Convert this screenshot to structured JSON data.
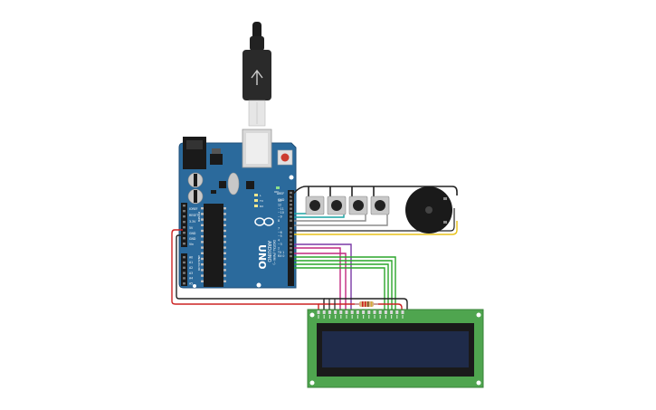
{
  "board": {
    "name": "UNO",
    "brand": "ARDUINO",
    "aref": "AREF",
    "gnd": "GND",
    "digital_title": "DIGITAL (PWM ~)",
    "power_title": "POWER",
    "analog_title": "ANALOG IN",
    "ioref": "IOREF",
    "reset": "RESET",
    "v33": "3.3V",
    "v5": "5V",
    "gnd1": "GND",
    "gnd2": "GND",
    "vin": "Vin",
    "digital_pins": [
      "13",
      "12",
      "~11",
      "~10",
      "~9",
      "8",
      "7",
      "~6",
      "~5",
      "4",
      "~3",
      "2",
      "TX 1",
      "RX 0"
    ],
    "analog_pins": [
      "A0",
      "A1",
      "A2",
      "A3",
      "A4",
      "A5"
    ],
    "l_label": "L",
    "tx_label": "TX",
    "rx_label": "RX",
    "on_label": "ON"
  },
  "colors": {
    "board": "#2b6a9c",
    "board_dark": "#1f4f78",
    "wire_black": "#222222",
    "wire_teal": "#1aa3a3",
    "wire_gray": "#8c8c8c",
    "wire_yellow": "#e8c21a",
    "wire_purple": "#7b3aa6",
    "wire_magenta": "#c2287f",
    "wire_green": "#2aa62a",
    "wire_red": "#cc2222",
    "lcd_pcb": "#4fa54f",
    "lcd_screen": "#1f2b4a"
  }
}
